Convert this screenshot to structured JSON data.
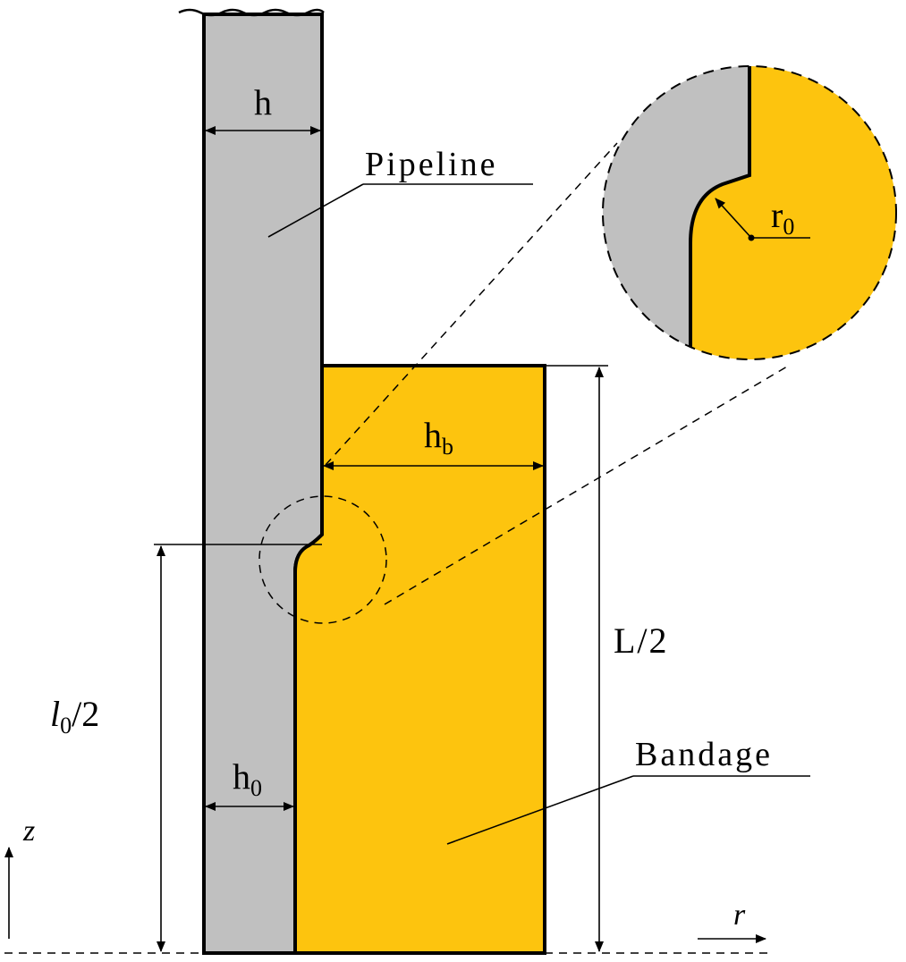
{
  "colors": {
    "pipeline": "#c0c0c0",
    "bandage": "#fdc40e",
    "outline": "#000000"
  },
  "labels": {
    "h": "h",
    "pipeline": "Pipeline",
    "r0_main": "r",
    "r0_sub": "0",
    "hb_main": "h",
    "hb_sub": "b",
    "L_half": "L/2",
    "l0_main": "l",
    "l0_sub": "0",
    "l0_rest": "/2",
    "bandage": "Bandage",
    "h0_main": "h",
    "h0_sub": "0",
    "z_axis": "z",
    "r_axis": "r"
  }
}
